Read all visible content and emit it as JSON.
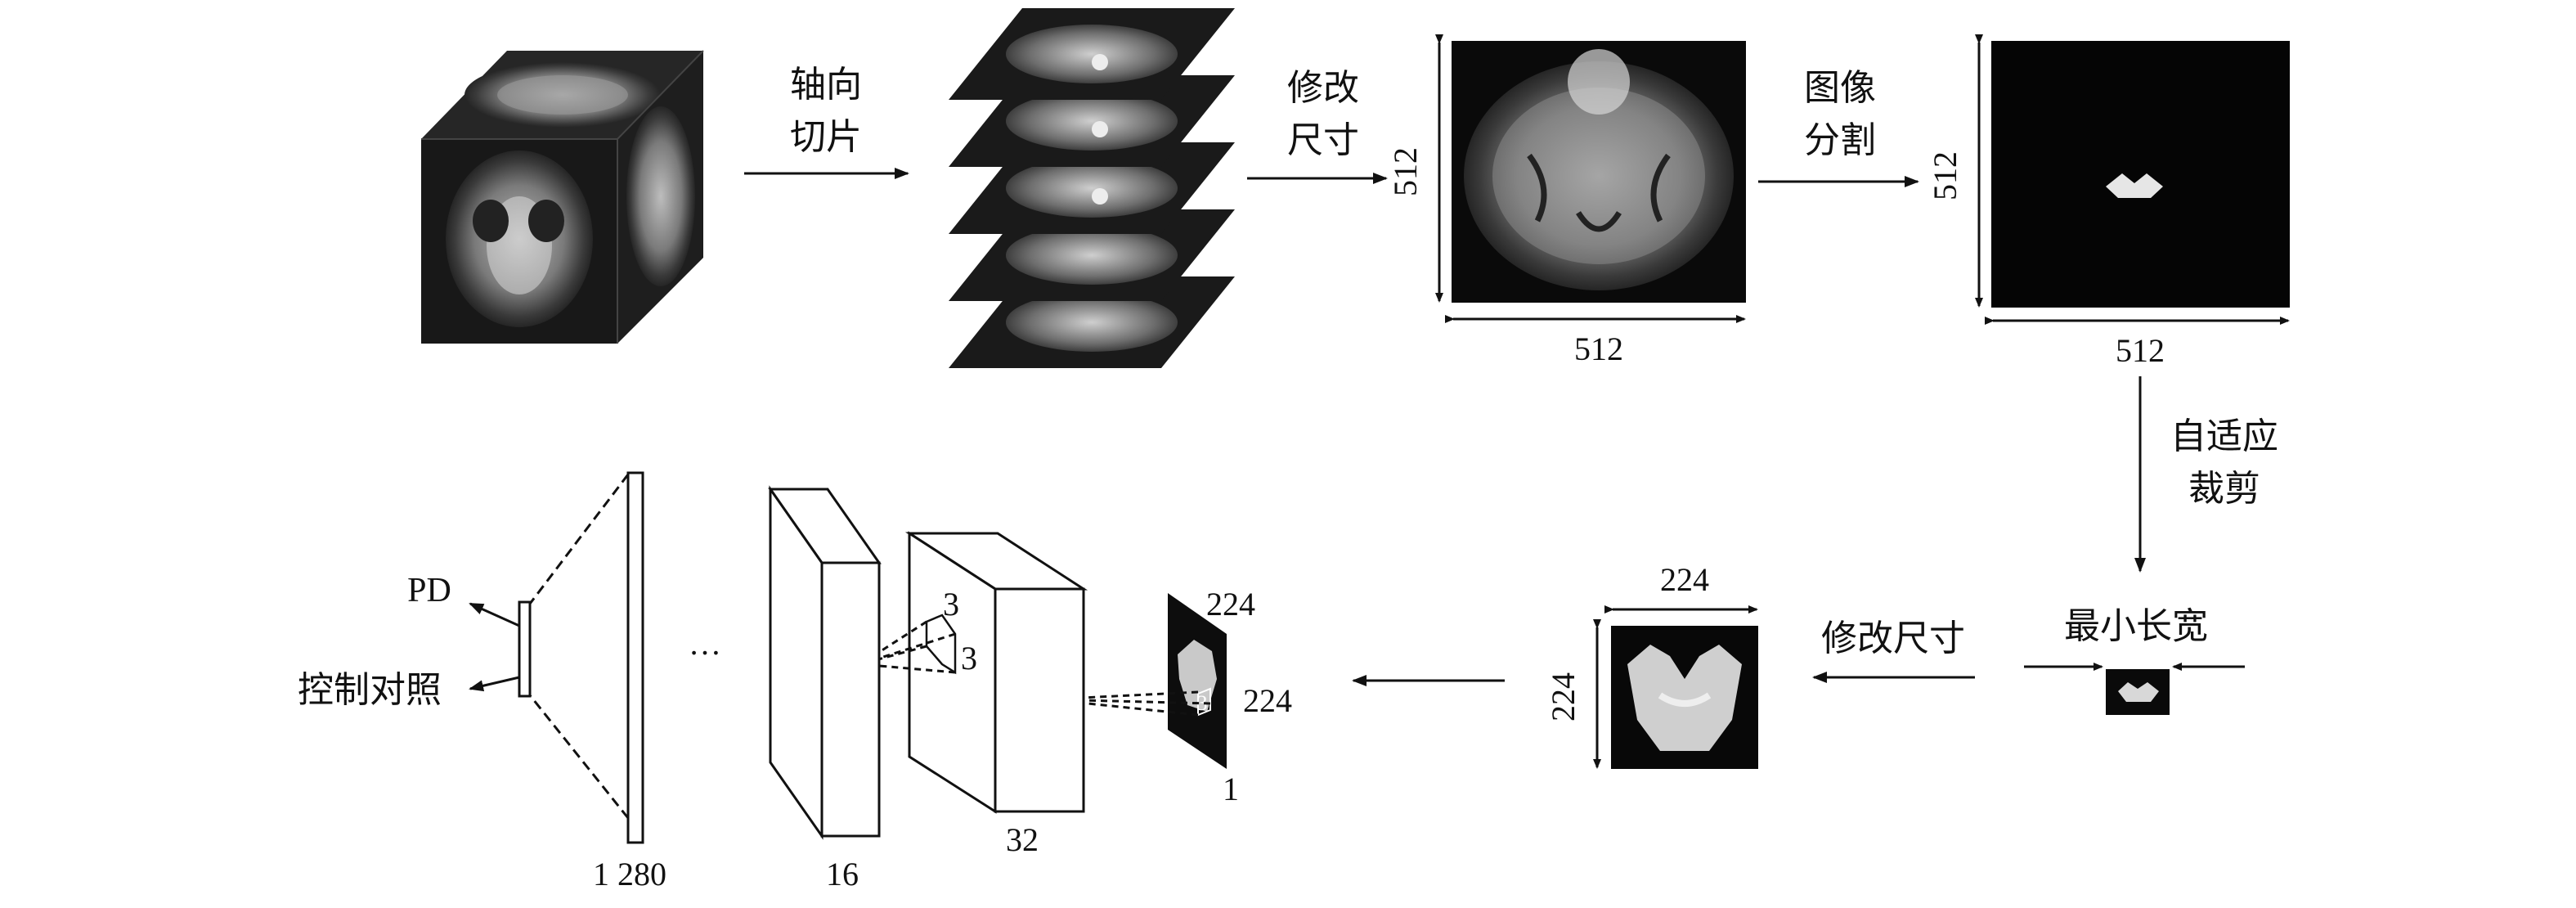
{
  "steps": {
    "axial_slicing": [
      "轴向",
      "切片"
    ],
    "resize_1": [
      "修改",
      "尺寸"
    ],
    "segmentation": [
      "图像",
      "分割"
    ],
    "adaptive_crop": [
      "自适应",
      "裁剪"
    ],
    "resize_2": "修改尺寸",
    "min_length_width": "最小长宽"
  },
  "dimensions": {
    "original_height": "512",
    "original_width": "512",
    "segmented_height": "512",
    "segmented_width": "512",
    "resized_height": "224",
    "resized_width": "224",
    "input_height": "224",
    "input_width": "224",
    "input_channels": "1",
    "kernel_a": "3",
    "kernel_b": "3",
    "conv1_channels": "32",
    "conv2_channels": "16",
    "fc_units": "1 280",
    "ellipsis": "…"
  },
  "outputs": {
    "pd": "PD",
    "control": "控制对照"
  }
}
